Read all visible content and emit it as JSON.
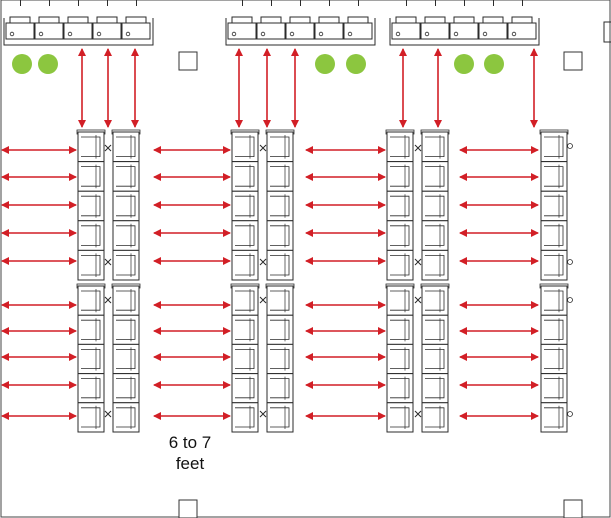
{
  "diagram": {
    "spacing_label_line1": "6 to 7",
    "spacing_label_line2": "feet",
    "colors": {
      "arrow": "#d21f26",
      "seat_stroke": "#2b2b2b",
      "dot_fill": "#8cc63f",
      "background": "#ffffff"
    },
    "counts": {
      "seat_columns": 7,
      "seats_per_column_block": 5,
      "column_blocks": 2,
      "top_rows": 3,
      "green_dots": 6,
      "pillars": 5
    }
  }
}
